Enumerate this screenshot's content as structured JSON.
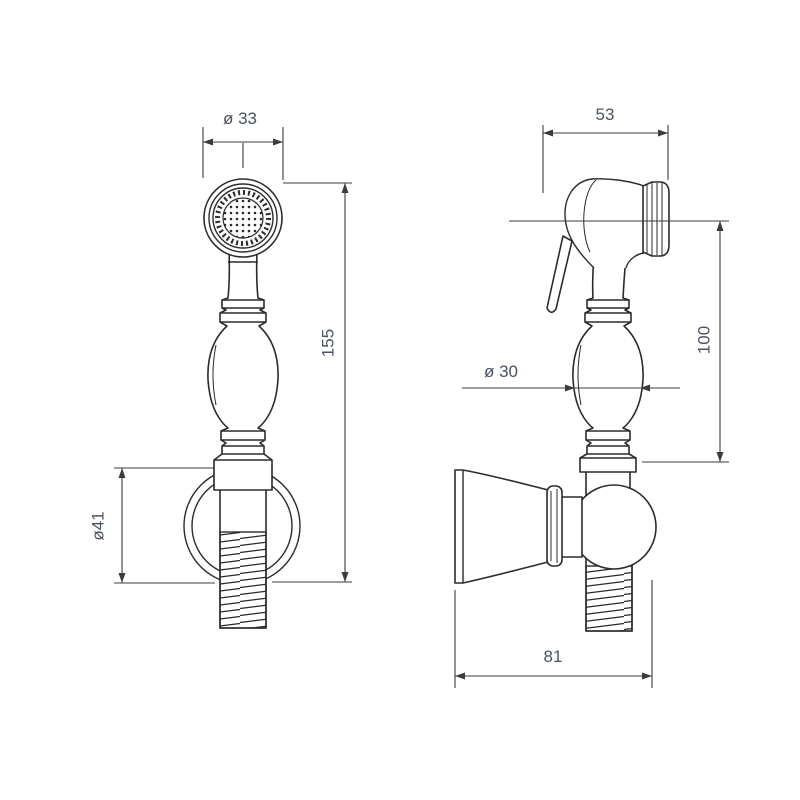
{
  "drawing": {
    "front_view": {
      "head_diameter_label": "ø 33",
      "overall_height_label": "155",
      "holder_diameter_label": "ø41"
    },
    "side_view": {
      "head_length_label": "53",
      "head_to_collar_label": "100",
      "handle_diameter_label": "ø 30",
      "overall_depth_label": "81"
    }
  }
}
